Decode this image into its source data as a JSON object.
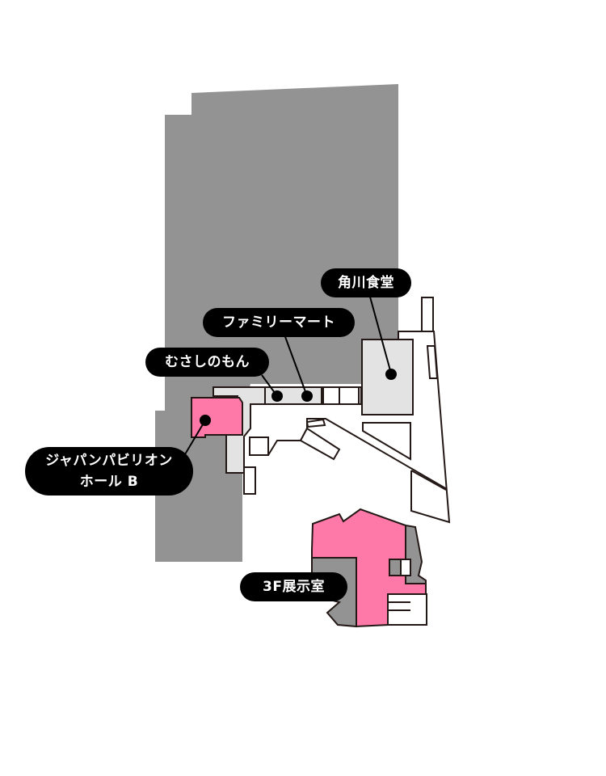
{
  "map": {
    "colors": {
      "building": "#939393",
      "corridor": "#e3e3e3",
      "highlight": "#ff79a8",
      "outline": "#231815",
      "label_bg": "#000000",
      "label_text": "#ffffff",
      "background": "#ffffff"
    },
    "labels": [
      {
        "id": "kadokawa-shokudo",
        "text": "角川食堂"
      },
      {
        "id": "familymart",
        "text": "ファミリーマート"
      },
      {
        "id": "musashinomon",
        "text": "むさしのもん"
      },
      {
        "id": "japan-pavilion-hall-b",
        "line1": "ジャパンパビリオン",
        "line2": "ホール B"
      },
      {
        "id": "exhibition-3f",
        "text": "3F展示室"
      }
    ]
  }
}
